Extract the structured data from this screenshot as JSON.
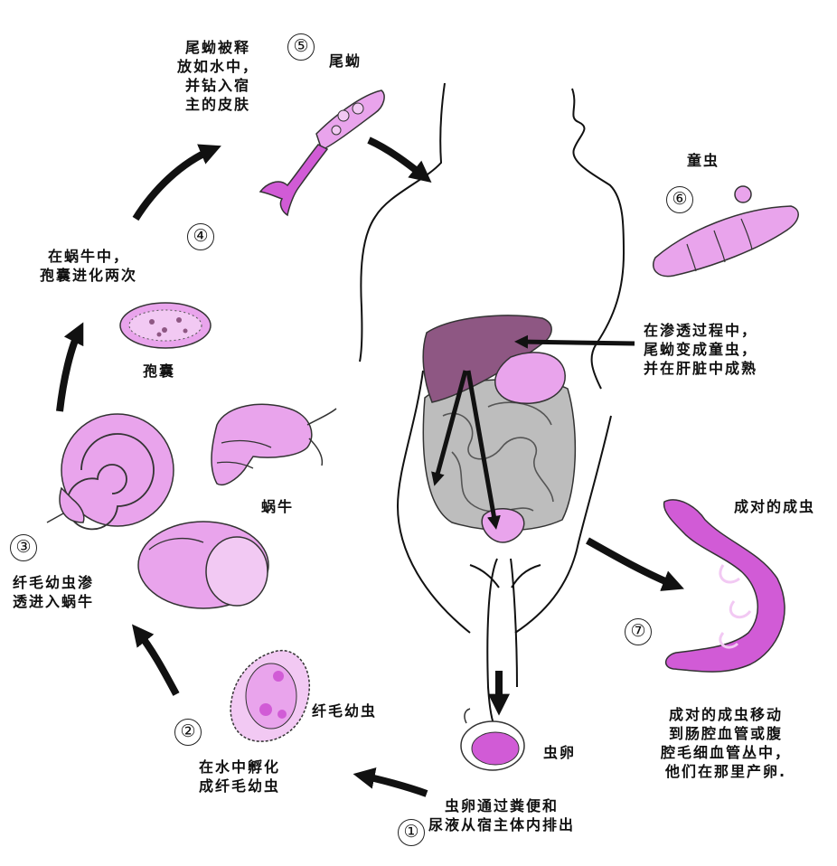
{
  "colors": {
    "pink_fill": "#e9a4ec",
    "pink_light": "#f2c9f3",
    "magenta": "#d15bd6",
    "liver": "#8e5783",
    "gut": "#b9b9b9",
    "ink": "#111111"
  },
  "steps": [
    {
      "number": "①",
      "lines": [
        "虫卵通过粪便和",
        "尿液从宿主体内排出"
      ]
    },
    {
      "number": "②",
      "lines": [
        "在水中孵化",
        "成纤毛幼虫"
      ]
    },
    {
      "number": "③",
      "lines": [
        "纤毛幼虫渗",
        "透进入蜗牛"
      ]
    },
    {
      "number": "④",
      "lines": [
        "在蜗牛中，",
        "孢囊进化两次"
      ]
    },
    {
      "number": "⑤",
      "lines": [
        "尾蚴被释",
        "放如水中，",
        "并钻入宿",
        "主的皮肤"
      ]
    },
    {
      "number": "⑥",
      "lines": [
        "在渗透过程中，",
        "尾蚴变成童虫，",
        "并在肝脏中成熟"
      ]
    },
    {
      "number": "⑦",
      "lines": [
        "成对的成虫移动",
        "到肠腔血管或腹",
        "腔毛细血管丛中，",
        "他们在那里产卵."
      ]
    }
  ],
  "stage_names": {
    "egg": "虫卵",
    "miracidium": "纤毛幼虫",
    "snail": "蜗牛",
    "sporocyst": "孢囊",
    "cercaria": "尾蚴",
    "schistosomulum": "童虫",
    "adult_pair": "成对的成虫"
  }
}
